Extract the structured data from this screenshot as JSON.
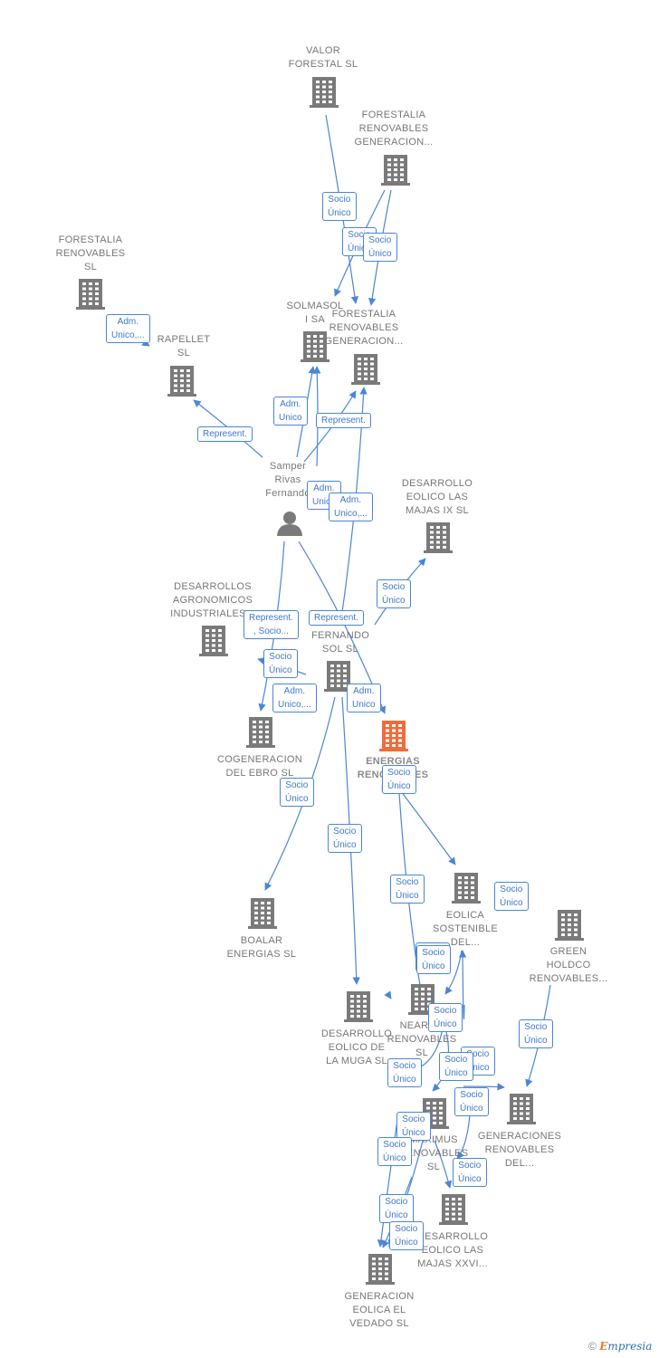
{
  "colors": {
    "edge": "#4a86d6",
    "building": "#7a7a7a",
    "focus": "#f26b3a",
    "person": "#7a7a7a"
  },
  "nodes": [
    {
      "id": "valor",
      "label": "VALOR\nFORESTAL SL",
      "icon": "building-icon"
    },
    {
      "id": "forestalia_gen_top",
      "label": "FORESTALIA\nRENOVABLES\nGENERACION...",
      "icon": "building-icon"
    },
    {
      "id": "forestalia_ren",
      "label": "FORESTALIA\nRENOVABLES\nSL",
      "icon": "building-icon"
    },
    {
      "id": "solmasol",
      "label": "SOLMASOL\nI SA",
      "icon": "building-icon"
    },
    {
      "id": "forestalia_gen_mid",
      "label": "FORESTALIA\nRENOVABLES\nGENERACION...",
      "icon": "building-icon"
    },
    {
      "id": "rapellet",
      "label": "RAPELLET\nSL",
      "icon": "building-icon"
    },
    {
      "id": "samper",
      "label": "Samper\nRivas\nFernando",
      "icon": "person-icon"
    },
    {
      "id": "majas_ix",
      "label": "DESARROLLO\nEOLICO LAS\nMAJAS IX  SL",
      "icon": "building-icon"
    },
    {
      "id": "agronomicos",
      "label": "DESARROLLOS\nAGRONOMICOS\nINDUSTRIALES...",
      "icon": "building-icon"
    },
    {
      "id": "fernando_sol",
      "label": "FERNANDO\nSOL SL",
      "icon": "building-icon"
    },
    {
      "id": "cogeneracion",
      "label": "COGENERACION\nDEL EBRO  SL",
      "icon": "building-icon"
    },
    {
      "id": "energias",
      "label": "ENERGIAS\nRENOVABLES\nDE...",
      "icon": "building-icon",
      "focus": true
    },
    {
      "id": "boalar",
      "label": "BOALAR\nENERGIAS  SL",
      "icon": "building-icon"
    },
    {
      "id": "eolica_sostenible",
      "label": "EOLICA\nSOSTENIBLE\nDEL...",
      "icon": "building-icon"
    },
    {
      "id": "green_holdco",
      "label": "GREEN\nHOLDCO\nRENOVABLES...",
      "icon": "building-icon"
    },
    {
      "id": "muga",
      "label": "DESARROLLO\nEOLICO DE\nLA MUGA SL",
      "icon": "building-icon"
    },
    {
      "id": "nearco",
      "label": "NEARCO\nRENOVABLES\nSL",
      "icon": "building-icon"
    },
    {
      "id": "generaciones",
      "label": "GENERACIONES\nRENOVABLES\nDEL...",
      "icon": "building-icon"
    },
    {
      "id": "maximus",
      "label": "MAXIMUS\nRENOVABLES\nSL",
      "icon": "building-icon"
    },
    {
      "id": "majas_xxvi",
      "label": "DESARROLLO\nEOLICO LAS\nMAJAS XXVI...",
      "icon": "building-icon"
    },
    {
      "id": "vedado",
      "label": "GENERACION\nEOLICA EL\nVEDADO SL",
      "icon": "building-icon"
    }
  ],
  "edge_labels": [
    "Socio\nÚnico",
    "Socio\nÚnico",
    "Socio\nÚnico",
    "Adm.\nUnico,...",
    "Represent.",
    "Adm.\nUnico",
    "Represent.",
    "Adm.\nUnico",
    "Adm.\nUnico,...",
    "Socio\nÚnico",
    "Represent.\n, Socio...",
    "Represent.",
    "Socio\nÚnico",
    "Adm.\nUnico,...",
    "Adm.\nUnico",
    "Socio\nÚnico",
    "Socio\nÚnico",
    "Socio\nÚnico",
    "Socio\nÚnico",
    "Socio\nÚnico",
    "Socio\nÚnico",
    "Socio\nÚnico",
    "Socio\nÚnico",
    "Socio\nÚnico",
    "Socio\nÚnico",
    "Socio\nÚnico",
    "Socio\nÚnico",
    "Socio\nÚnico",
    "Socio\nÚnico",
    "Socio\nÚnico",
    "Socio\nÚnico",
    "Socio\nÚnico",
    "Socio\nÚnico"
  ],
  "footer": {
    "copyright": "©",
    "brand_first": "E",
    "brand_rest": "mpresia"
  }
}
